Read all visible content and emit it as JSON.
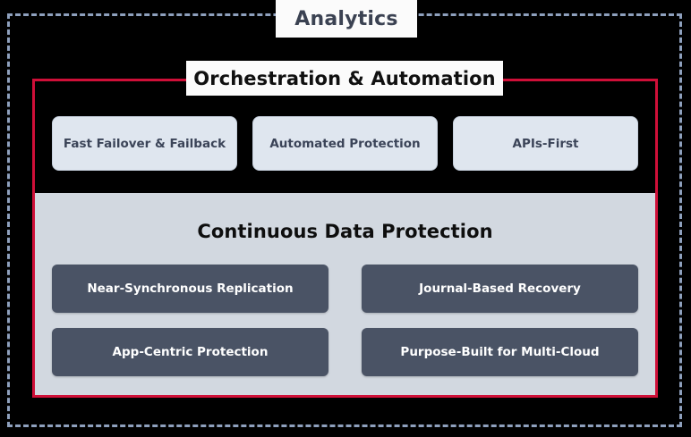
{
  "diagram": {
    "outer_frame": {
      "label": "Analytics",
      "border_style": "dashed",
      "border_color": "#8ea0bd"
    },
    "mid_frame": {
      "label": "Orchestration & Automation",
      "border_style": "solid",
      "border_color": "#cf0f38"
    },
    "capability_pills": [
      {
        "label": "Fast Failover & Failback"
      },
      {
        "label": "Automated Protection"
      },
      {
        "label": "APIs-First"
      }
    ],
    "core_panel": {
      "title": "Continuous Data Protection",
      "background_color": "#d2d8e0",
      "cards": [
        {
          "label": "Near-Synchronous Replication"
        },
        {
          "label": "Journal-Based Recovery"
        },
        {
          "label": "App-Centric Protection"
        },
        {
          "label": "Purpose-Built for Multi-Cloud"
        }
      ],
      "card_color": "#4a5365"
    },
    "canvas_background": "#000000"
  }
}
